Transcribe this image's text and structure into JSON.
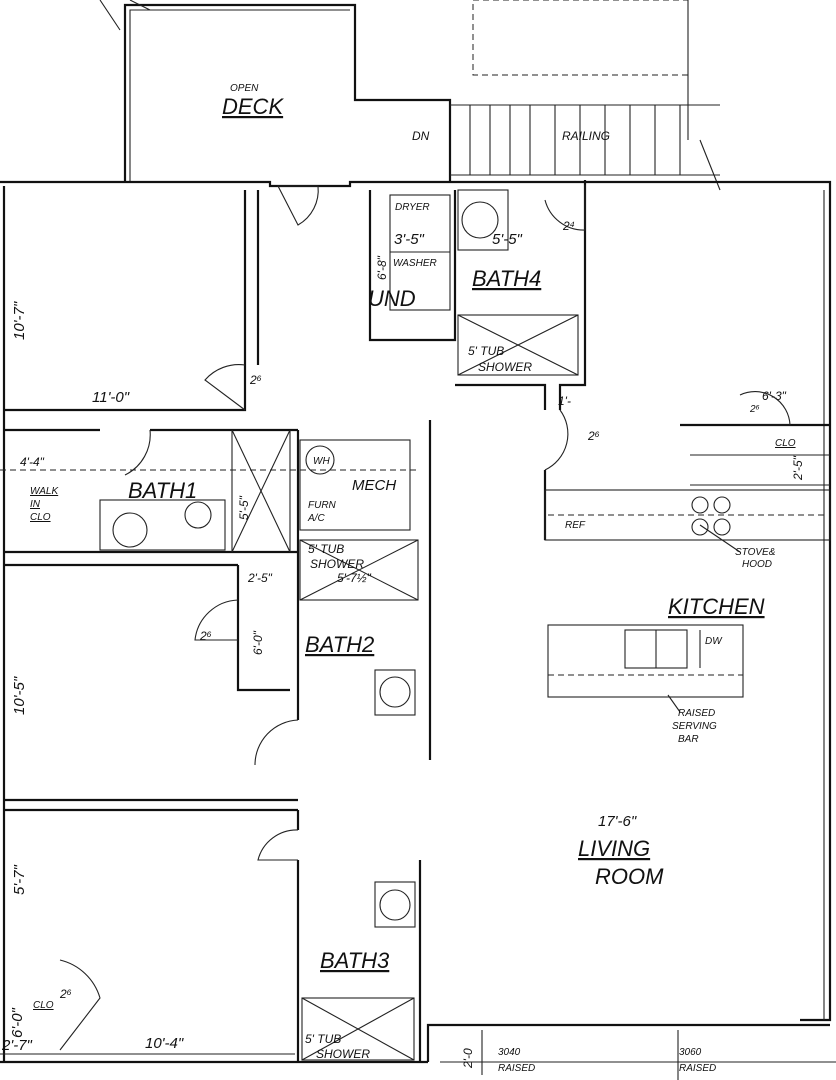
{
  "deck": {
    "open": "OPEN",
    "deck": "DECK",
    "dn": "DN",
    "railing": "RAILING"
  },
  "rooms": {
    "bath1": "BATH1",
    "bath2": "BATH2",
    "bath3": "BATH3",
    "bath4": "BATH4",
    "kitchen": "KITCHEN",
    "living": "LIVING",
    "room": "ROOM",
    "mech": "MECH",
    "und": "UND",
    "walk_in_clo": [
      "WALK",
      "IN",
      "CLO"
    ],
    "clo_right": "CLO",
    "clo_bottom": "CLO"
  },
  "fixtures": {
    "dryer": "DRYER",
    "washer": "WASHER",
    "wh": "WH",
    "furn": "FURN",
    "ac": "A/C",
    "ref": "REF",
    "stove": "STOVE&",
    "hood": "HOOD",
    "dw": "DW",
    "tub1": "5' TUB",
    "shower1": "SHOWER",
    "tub2": "5' TUB",
    "shower2": "SHOWER",
    "tub3": "5' TUB",
    "shower3": "SHOWER",
    "serving": [
      "RAISED",
      "SERVING",
      "BAR"
    ],
    "window1": [
      "3040",
      "RAISED"
    ],
    "window2": [
      "3060",
      "RAISED"
    ]
  },
  "dimensions": {
    "d10_7": "10'-7\"",
    "d11_0": "11'-0\"",
    "d3_5": "3'-5\"",
    "d6_8": "6'-8\"",
    "d5_5a": "5'-5\"",
    "d1": "1'-",
    "d6_3": "6'-3\"",
    "d2_5a": "2'-5\"",
    "d4_4": "4'-4\"",
    "d5_5b": "5'-5\"",
    "d5_7h": "5'-7½\"",
    "d2_5b": "2'-5\"",
    "d6_0a": "6'-0\"",
    "d10_5": "10'-5\"",
    "d17_6": "17'-6\"",
    "d5_7": "5'-7\"",
    "d6_0b": "6'-0\"",
    "d2_7": "2'-7\"",
    "d10_4": "10'-4\"",
    "d2_0": "2'-0"
  },
  "doors": {
    "a": "2⁶",
    "b": "2⁴",
    "c": "2⁶",
    "d": "2⁶",
    "e": "2⁶",
    "f": "2⁶"
  }
}
